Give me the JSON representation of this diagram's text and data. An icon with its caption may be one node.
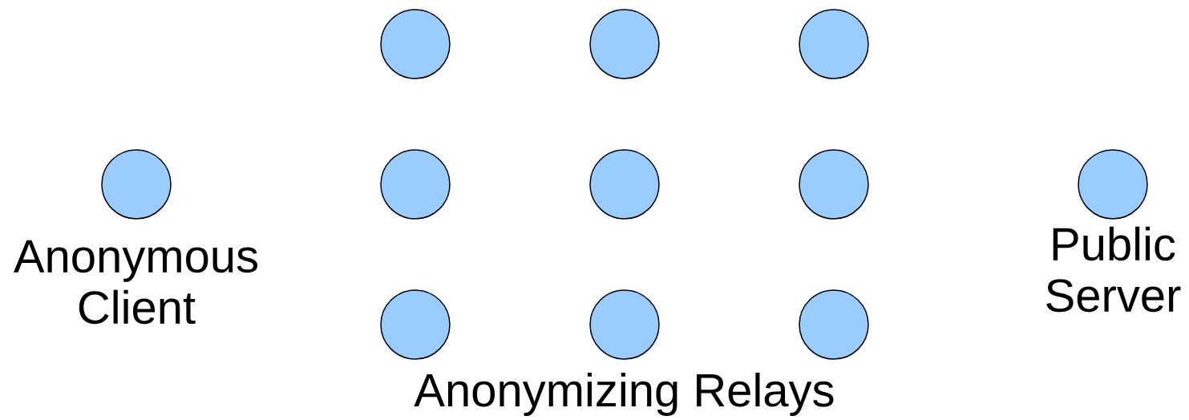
{
  "diagram": {
    "nodes": [
      {
        "text": [
          "Anonymous Client"
        ]
      },
      {
        "text": [],
        "shape": "circle"
      },
      {
        "text": [],
        "shape": "circle"
      },
      {
        "text": [],
        "shape": "circle"
      },
      {
        "text": [],
        "shape": "circle"
      },
      {
        "text": [],
        "shape": "circle"
      },
      {
        "text": [],
        "shape": "circle"
      },
      {
        "text": [],
        "shape": "circle"
      },
      {
        "text": [],
        "shape": "circle"
      },
      {
        "text": [],
        "shape": "circle"
      },
      {
        "text": [
          "Public Server"
        ]
      }
    ],
    "labels": [
      "Anonymizing Relays"
    ]
  }
}
